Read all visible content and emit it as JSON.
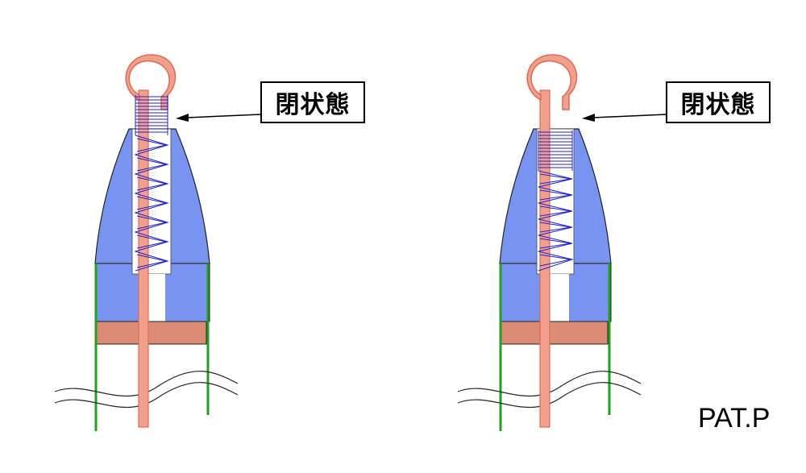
{
  "labels": {
    "left": "閉状態",
    "right": "閉状態"
  },
  "mark": "PAT.P",
  "colors": {
    "body_fill": "#7894f0",
    "rod_fill": "#f2a08e",
    "rod_stroke": "#e06a50",
    "band_fill": "#dc8c74",
    "spring": "#2020d0",
    "side_wall": "#22a022",
    "outline": "#222222"
  }
}
